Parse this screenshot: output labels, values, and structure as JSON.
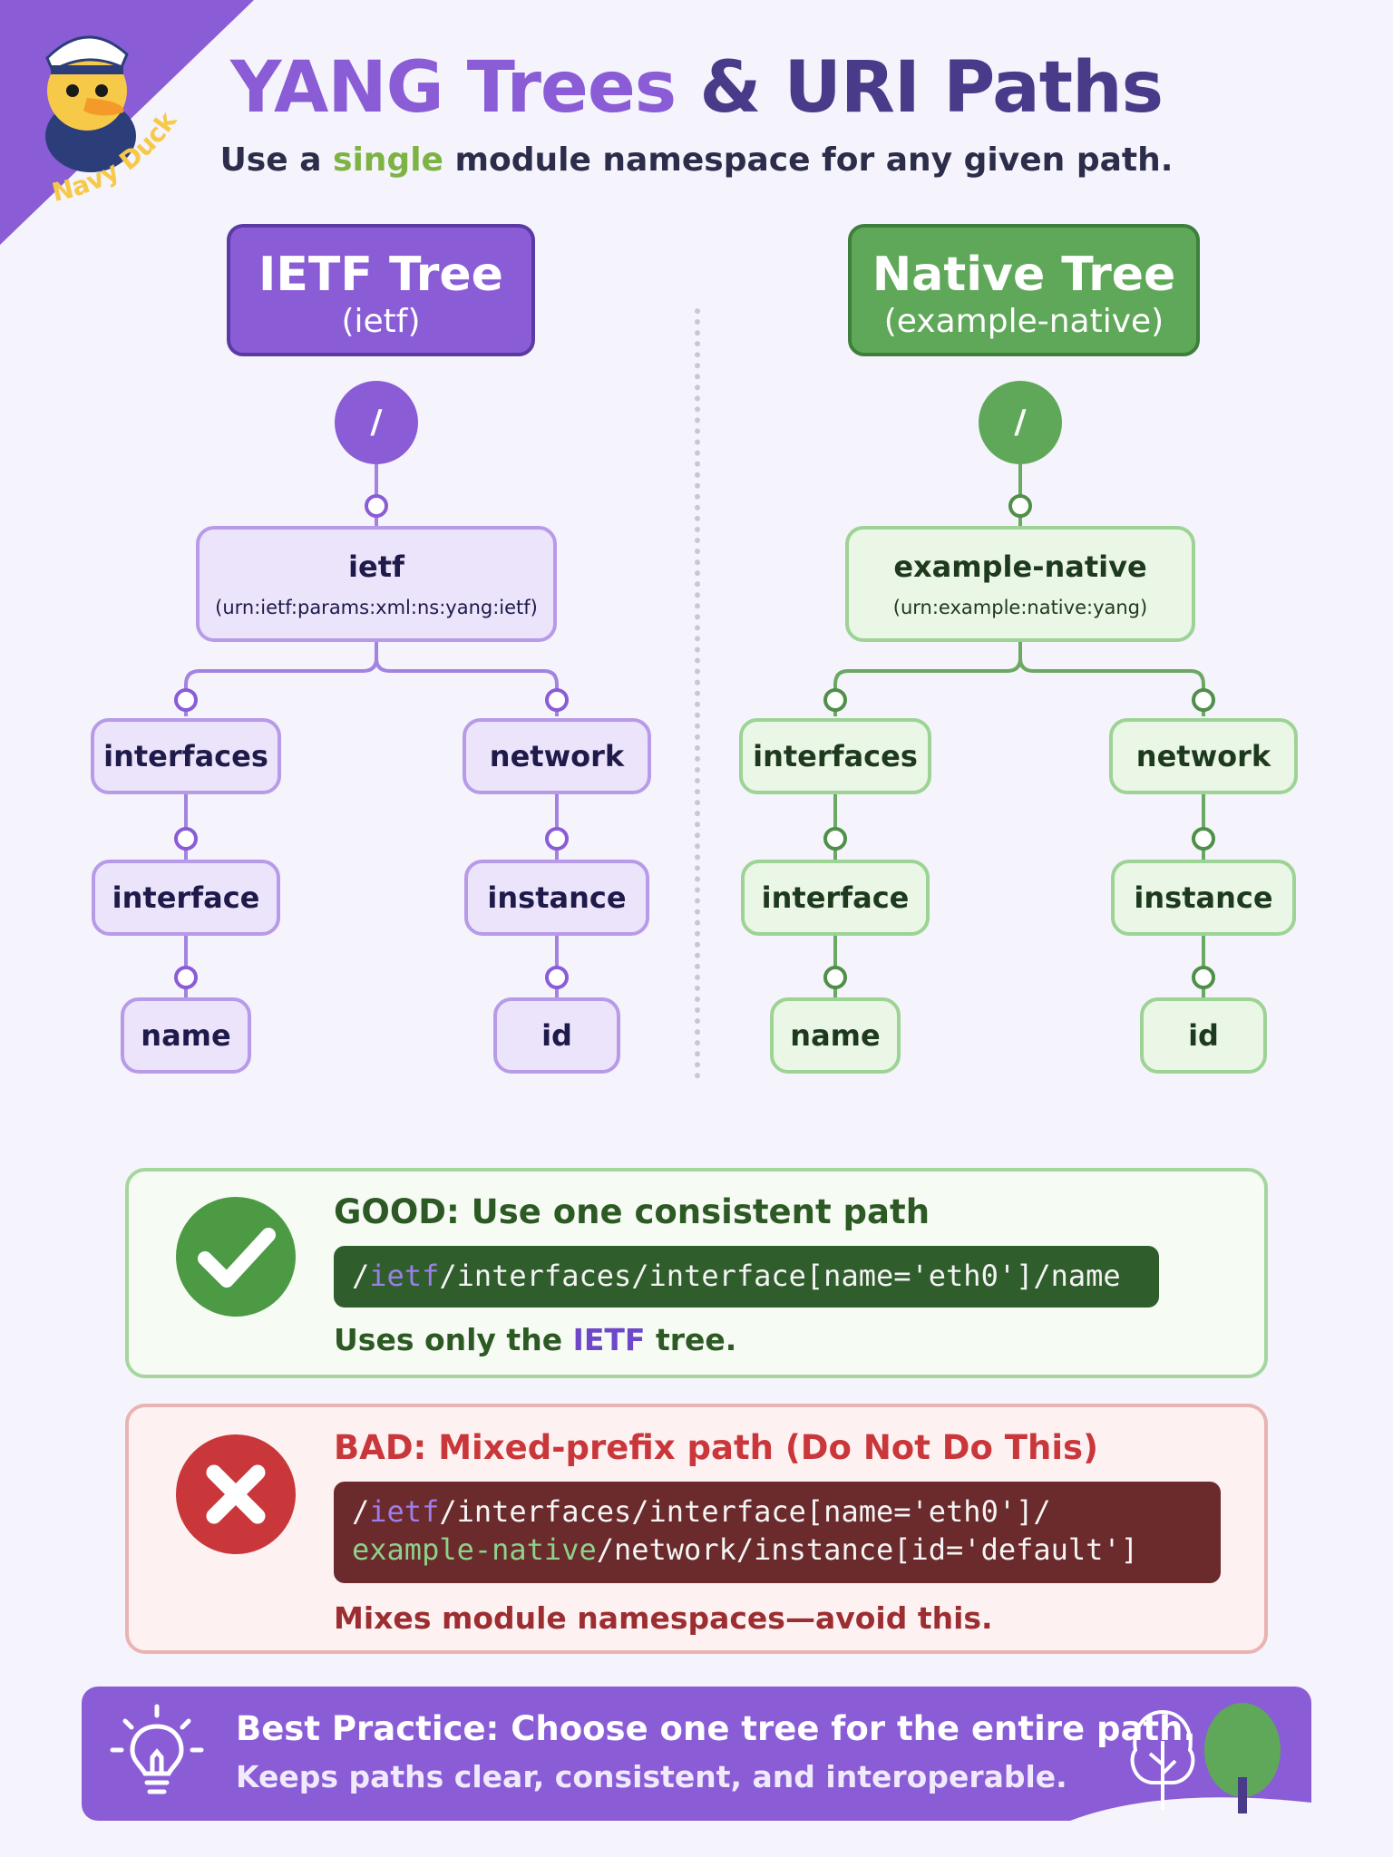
{
  "badge": {
    "text": "Navy Duck"
  },
  "header": {
    "title_part1": "YANG Trees",
    "title_amp": "&",
    "title_part2": "URI Paths",
    "subtitle_pre": "Use a",
    "subtitle_highlight": "single",
    "subtitle_post": "module namespace for any given path."
  },
  "ietf_tree": {
    "header_title": "IETF Tree",
    "header_sub": "(ietf)",
    "root": "/",
    "module": "ietf",
    "module_ns": "(urn:ietf:params:xml:ns:yang:ietf)",
    "left_branch": [
      "interfaces",
      "interface",
      "name"
    ],
    "right_branch": [
      "network",
      "instance",
      "id"
    ]
  },
  "native_tree": {
    "header_title": "Native Tree",
    "header_sub": "(example-native)",
    "root": "/",
    "module": "example-native",
    "module_ns": "(urn:example:native:yang)",
    "left_branch": [
      "interfaces",
      "interface",
      "name"
    ],
    "right_branch": [
      "network",
      "instance",
      "id"
    ]
  },
  "good": {
    "title": "GOOD: Use one consistent path",
    "code_slash": "/",
    "code_prefix": "ietf",
    "code_rest": "/interfaces/interface[name='eth0']/name",
    "note_pre": "Uses only the",
    "note_hl": "IETF",
    "note_post": "tree."
  },
  "bad": {
    "title": "BAD: Mixed-prefix path (Do Not Do This)",
    "code_line1_slash": "/",
    "code_line1_prefix": "ietf",
    "code_line1_rest": "/interfaces/interface[name='eth0']/",
    "code_line2_prefix": "example-native",
    "code_line2_rest": "/network/instance[id='default']",
    "note": "Mixes module namespaces—avoid this."
  },
  "footer": {
    "line1": "Best Practice: Choose one tree for the entire path.",
    "line2": "Keeps paths clear, consistent, and interoperable."
  },
  "colors": {
    "purple": "#8a5cd6",
    "green": "#5fa85a",
    "red": "#c9373b"
  },
  "icons": [
    "duck-mascot-icon",
    "checkmark-icon",
    "x-mark-icon",
    "lightbulb-icon",
    "trees-icon"
  ]
}
